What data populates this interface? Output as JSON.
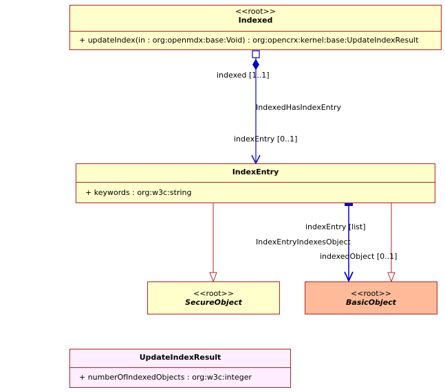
{
  "classes": {
    "indexed": {
      "stereotype": "<<root>>",
      "name": "Indexed",
      "operation": "+ updateIndex(in : org:openmdx:base:Void) : org:opencrx:kernel:base:UpdateIndexResult"
    },
    "index_entry": {
      "name": "IndexEntry",
      "attribute": "+ keywords : org:w3c:string"
    },
    "secure_object": {
      "stereotype": "<<root>>",
      "name": "SecureObject"
    },
    "basic_object": {
      "stereotype": "<<root>>",
      "name": "BasicObject"
    },
    "update_index_result": {
      "name": "UpdateIndexResult",
      "attribute": "+ numberOfIndexedObjects : org:w3c:integer"
    }
  },
  "associations": {
    "indexed_has_index_entry": {
      "name": "IndexedHasIndexEntry",
      "source_role": "indexed [1..1]",
      "target_role": "indexEntry [0..1]"
    },
    "index_entry_indexes_object": {
      "name": "IndexEntryIndexesObject",
      "source_role": "indexEntry [list]",
      "target_role": "indexedObject [0..1]"
    }
  },
  "colors": {
    "class_border": "#b02020",
    "association_line": "#0000cc",
    "generalization_line": "#b02020",
    "root_fill": "#ffffcc",
    "basic_fill": "#ffbb99",
    "struct_fill": "#ffeeff"
  }
}
